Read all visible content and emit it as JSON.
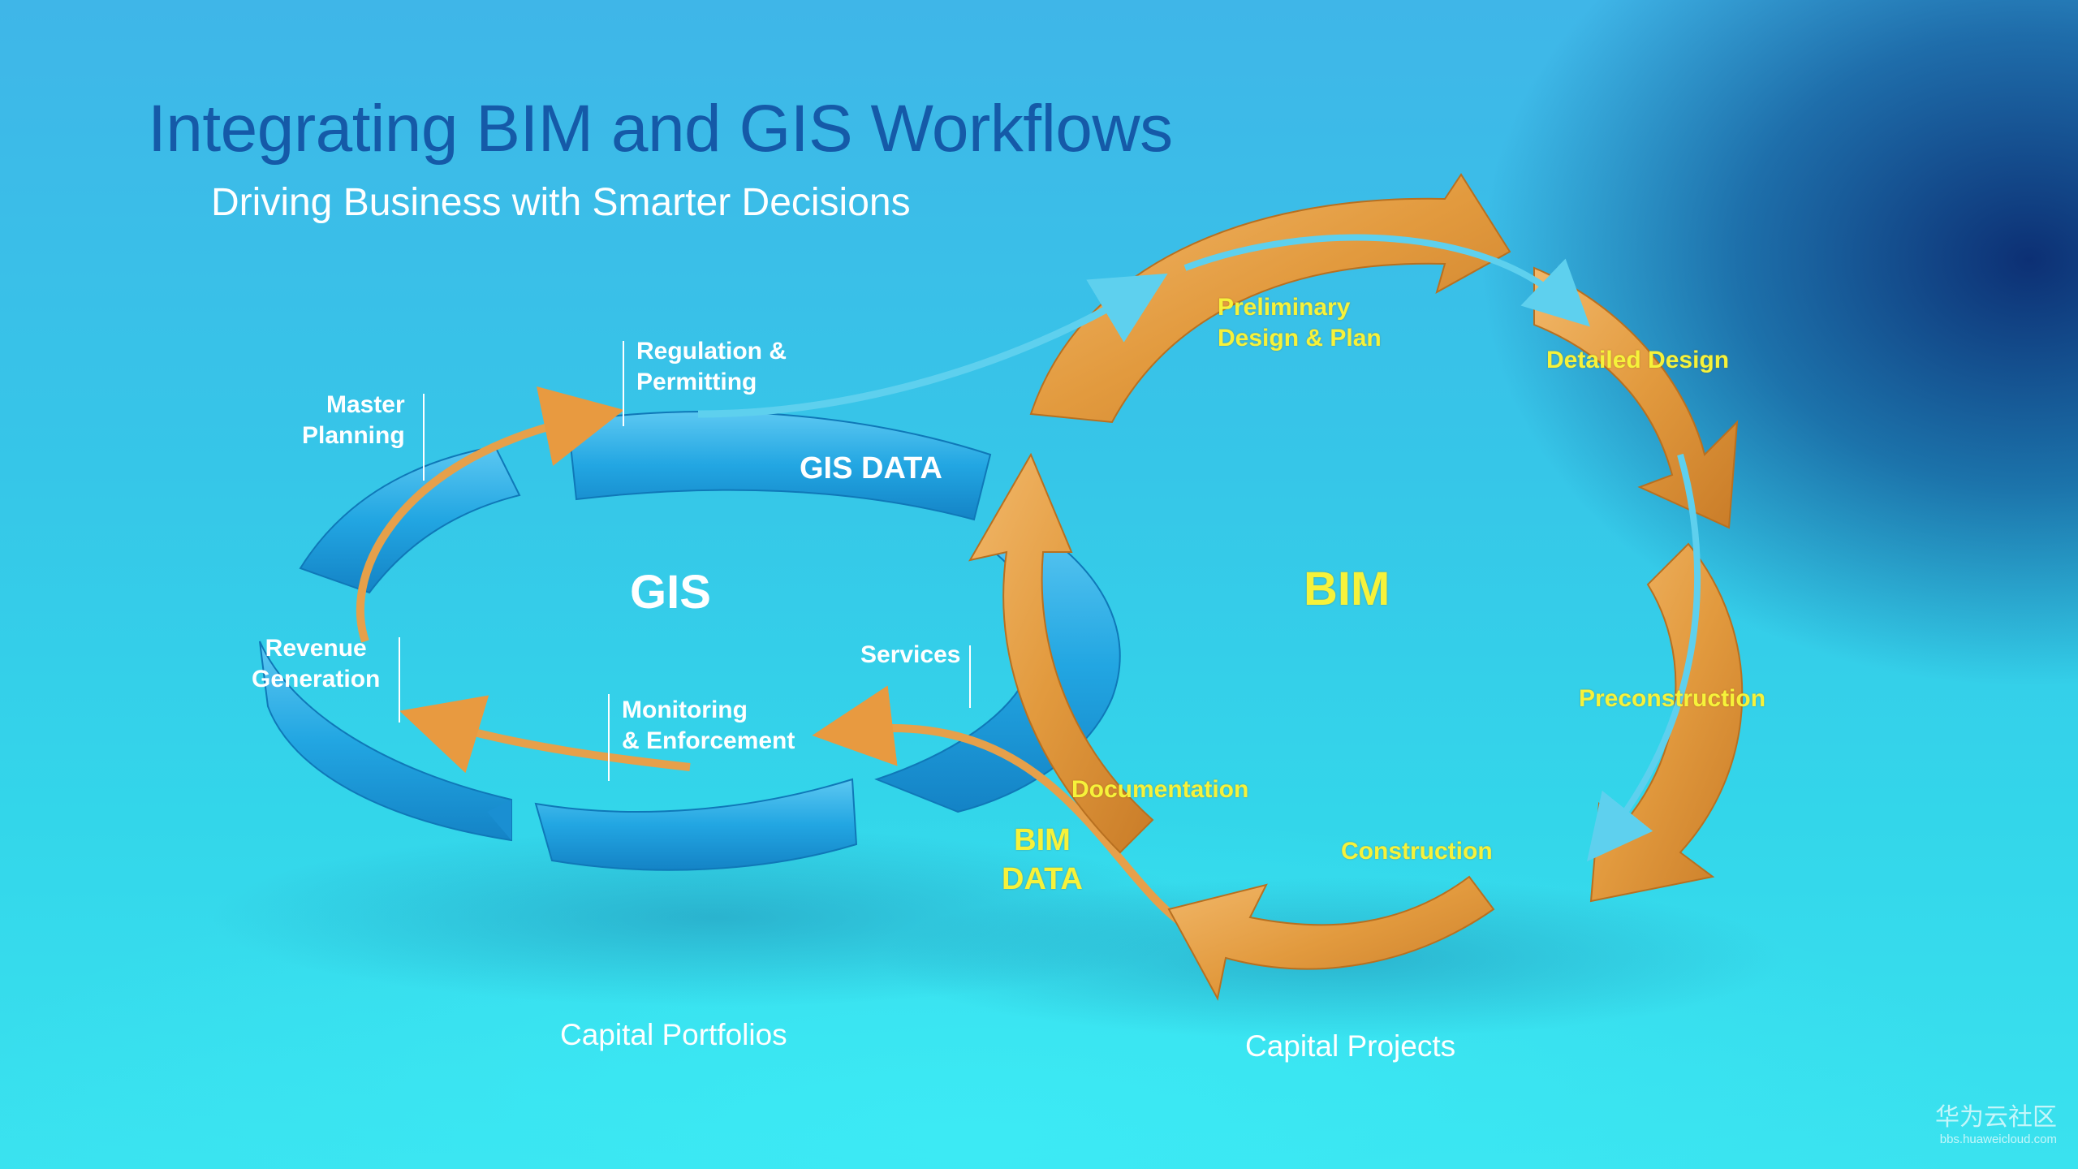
{
  "slide": {
    "title": "Integrating BIM and GIS Workflows",
    "subtitle": "Driving Business with Smarter Decisions"
  },
  "gis": {
    "center_label": "GIS",
    "data_label": "GIS DATA",
    "stages": {
      "master_planning": "Master\nPlanning",
      "regulation": "Regulation &\nPermitting",
      "services": "Services",
      "monitoring": "Monitoring\n& Enforcement",
      "revenue": "Revenue\nGeneration"
    },
    "caption": "Capital Portfolios"
  },
  "bim": {
    "center_label": "BIM",
    "data_label": "BIM\nDATA",
    "stages": {
      "preliminary": "Preliminary\nDesign & Plan",
      "detailed": "Detailed Design",
      "preconstruction": "Preconstruction",
      "construction": "Construction",
      "documentation": "Documentation"
    },
    "caption": "Capital Projects"
  },
  "watermark": {
    "main": "华为云社区",
    "sub": "bbs.huaweicloud.com"
  },
  "colors": {
    "gis_ring": "#1fa3e0",
    "bim_ring": "#e8a34a",
    "title": "#155aa8",
    "bim_text": "#f6f23a"
  }
}
